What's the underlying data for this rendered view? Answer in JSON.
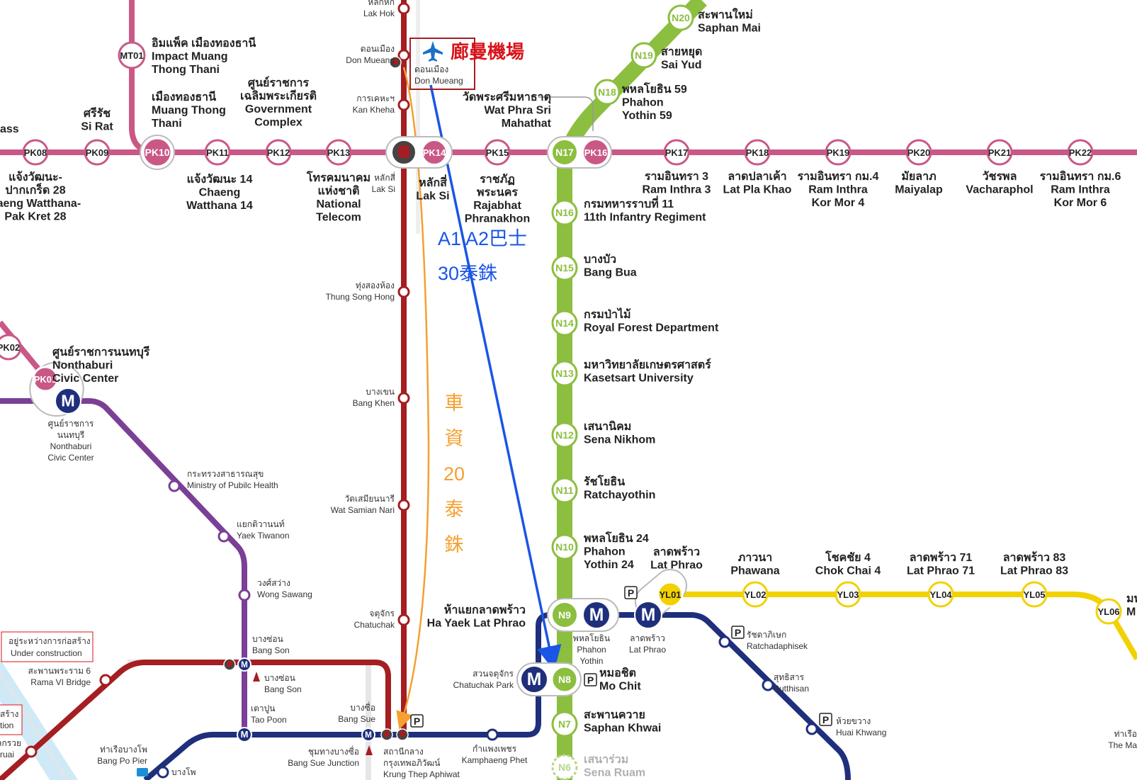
{
  "colors": {
    "pink": "#c95887",
    "green": "#8cbe3f",
    "red": "#a41e22",
    "purple": "#7b3f96",
    "navy": "#1f2f7c",
    "yellow": "#f2d100",
    "orange": "#f5a030",
    "blue_arrow": "#1a55e6",
    "annotation_red": "#d8151b",
    "river": "#cfe9f7"
  },
  "airport": {
    "name_cn": "廊曼機場",
    "name_th": "ดอนเมือง",
    "name_en": "Don Mueang",
    "icon": "airplane-icon"
  },
  "annotations": {
    "bus_line1": "A1 A2巴士",
    "bus_line2": "30泰銖",
    "taxi_chars": [
      "車",
      "資",
      "20",
      "泰",
      "銖"
    ]
  },
  "legend": {
    "under_construction_th": "อยู่ระหว่างการก่อสร้าง",
    "under_construction_en": "Under construction",
    "partial_th": "สร้าง",
    "partial_en": "tion"
  },
  "pink_line": {
    "stations": [
      {
        "code": "PK08",
        "label": [
          "แจ้งวัฒนะ-",
          "ปากเกร็ด 28",
          "haeng Watthana-",
          "Pak Kret 28"
        ]
      },
      {
        "code": "PK09",
        "label": [
          "ศรีรัช",
          "Si Rat"
        ]
      },
      {
        "code": "PK10",
        "label": []
      },
      {
        "code": "PK11",
        "label": [
          "แจ้งวัฒนะ 14",
          "Chaeng",
          "Watthana 14"
        ]
      },
      {
        "code": "PK12",
        "label": [
          "ศูนย์ราชการ",
          "เฉลิมพระเกียรติ",
          "Government",
          "Complex"
        ]
      },
      {
        "code": "PK13",
        "label": [
          "โทรคมนาคม",
          "แห่งชาติ",
          "National",
          "Telecom"
        ]
      },
      {
        "code": "PK14",
        "label": [
          "หลักสี่",
          "Lak Si"
        ]
      },
      {
        "code": "PK15",
        "label": [
          "ราชภัฏ",
          "พระนคร",
          "Rajabhat",
          "Phranakhon"
        ]
      },
      {
        "code": "PK16",
        "label": []
      },
      {
        "code": "PK17",
        "label": [
          "รามอินทรา 3",
          "Ram Inthra 3"
        ]
      },
      {
        "code": "PK18",
        "label": [
          "ลาดปลาเค้า",
          "Lat Pla Khao"
        ]
      },
      {
        "code": "PK19",
        "label": [
          "รามอินทรา กม.4",
          "Ram Inthra",
          "Kor Mor 4"
        ]
      },
      {
        "code": "PK20",
        "label": [
          "มัยลาภ",
          "Maiyalap"
        ]
      },
      {
        "code": "PK21",
        "label": [
          "วัชรพล",
          "Vacharaphol"
        ]
      },
      {
        "code": "PK22",
        "label": [
          "รามอินทรา กม.6",
          "Ram Inthra",
          "Kor Mor 6"
        ]
      }
    ],
    "left_cut_text": "ass",
    "pk10_label": [
      "เมืองทองธานี",
      "Muang Thong",
      "Thani"
    ],
    "mt01": {
      "code": "MT01",
      "label": [
        "อิมแพ็ค เมืองทองธานี",
        "Impact Muang",
        "Thong Thani"
      ]
    },
    "pk02": {
      "code": "PK02"
    },
    "pk01": {
      "code": "PK01",
      "label": [
        "ศูนย์ราชการนนทบุรี",
        "Nonthaburi",
        "Civic Center"
      ]
    },
    "pk01_sub": [
      "ศูนย์ราชการ",
      "นนทบุรี",
      "Nonthaburi",
      "Civic Center"
    ],
    "wat_phra_sri": [
      "วัดพระศรีมหาธาตุ",
      "Wat Phra Sri",
      "Mahathat"
    ]
  },
  "green_line": {
    "upper": [
      {
        "code": "N20",
        "label": [
          "สะพานใหม่",
          "Saphan Mai"
        ]
      },
      {
        "code": "N19",
        "label": [
          "สายหยุด",
          "Sai Yud"
        ]
      },
      {
        "code": "N18",
        "label": [
          "พหลโยธิน 59",
          "Phahon",
          "Yothin 59"
        ]
      },
      {
        "code": "N17",
        "label": []
      }
    ],
    "lower": [
      {
        "code": "N16",
        "label": [
          "กรมทหารราบที่ 11",
          "11th Infantry Regiment"
        ]
      },
      {
        "code": "N15",
        "label": [
          "บางบัว",
          "Bang Bua"
        ]
      },
      {
        "code": "N14",
        "label": [
          "กรมป่าไม้",
          "Royal Forest Department"
        ]
      },
      {
        "code": "N13",
        "label": [
          "มหาวิทยาลัยเกษตรศาสตร์",
          "Kasetsart University"
        ]
      },
      {
        "code": "N12",
        "label": [
          "เสนานิคม",
          "Sena Nikhom"
        ]
      },
      {
        "code": "N11",
        "label": [
          "รัชโยธิน",
          "Ratchayothin"
        ]
      },
      {
        "code": "N10",
        "label": [
          "พหลโยธิน 24",
          "Phahon",
          "Yothin 24"
        ]
      }
    ],
    "n9": {
      "code": "N9"
    },
    "n9_label": [
      "ห้าแยกลาดพร้าว",
      "Ha Yaek Lat Phrao"
    ],
    "n9_sub": [
      "พหลโยธิน",
      "Phahon",
      "Yothin"
    ],
    "n8": {
      "code": "N8",
      "label": [
        "หมอชิต",
        "Mo Chit"
      ]
    },
    "n8_sub": [
      "สวนจตุจักร",
      "Chatuchak Park"
    ],
    "n7": {
      "code": "N7",
      "label": [
        "สะพานควาย",
        "Saphan Khwai"
      ]
    },
    "n6": {
      "code": "N6",
      "label": [
        "เสนาร่วม",
        "Sena Ruam"
      ]
    }
  },
  "red_line": {
    "stations": [
      {
        "label": [
          "หลักหก",
          "Lak Hok"
        ]
      },
      {
        "label": [
          "ดอนเมือง",
          "Don Mueang"
        ]
      },
      {
        "label": [
          "การเคหะฯ",
          "Kan Kheha"
        ]
      },
      {
        "label": [
          "หลักสี่",
          "Lak Si"
        ]
      },
      {
        "label": [
          "ทุ่งสองห้อง",
          "Thung Song Hong"
        ]
      },
      {
        "label": [
          "บางเขน",
          "Bang Khen"
        ]
      },
      {
        "label": [
          "วัดเสมียนนารี",
          "Wat Samian Nari"
        ]
      },
      {
        "label": [
          "จตุจักร",
          "Chatuchak"
        ]
      }
    ],
    "krung_thep": [
      "สถานีกลาง",
      "กรุงเทพอภิวัฒน์",
      "Krung Thep Aphiwat"
    ],
    "bang_sue_junction": [
      "ชุมทางบางซื่อ",
      "Bang Sue Junction"
    ],
    "bang_son_red": [
      "บางซ่อน",
      "Bang Son"
    ]
  },
  "purple_line": {
    "stations": [
      {
        "label": [
          "กระทรวงสาธารณสุข",
          "Ministry of Pubilc Health"
        ]
      },
      {
        "label": [
          "แยกติวานนท์",
          "Yaek Tiwanon"
        ]
      },
      {
        "label": [
          "วงศ์สว่าง",
          "Wong Sawang"
        ]
      },
      {
        "label": [
          "บางซ่อน",
          "Bang Son"
        ]
      },
      {
        "label": [
          "เตาปูน",
          "Tao Poon"
        ]
      }
    ]
  },
  "blue_line": {
    "bang_sue": [
      "บางซื่อ",
      "Bang Sue"
    ],
    "kamphaeng_phet": [
      "กำแพงเพชร",
      "Kamphaeng Phet"
    ],
    "lat_phrao_sub": [
      "ลาดพร้าว",
      "Lat Phrao"
    ],
    "ratchadaphisek": [
      "รัชดาภิเษก",
      "Ratchadaphisek"
    ],
    "sutthisan": [
      "สุทธิสาร",
      "Sutthisan"
    ],
    "huai_khwang": [
      "ห้วยขวาง",
      "Huai Khwang"
    ],
    "bang_pho": [
      "บางโพ"
    ],
    "tha_ruea": [
      "ท่าเรือบางโพ",
      "Bang Po Pier"
    ],
    "right_cut": [
      "ท่าเรือ",
      "The Ma"
    ]
  },
  "dark_red_line": {
    "rama6": [
      "สะพานพระราม 6",
      "Rama VI Bridge"
    ],
    "left_cut": [
      "ruai"
    ],
    "left_cut_th": [
      "ลกรวย"
    ]
  },
  "yellow_line": {
    "yl01_label": [
      "ลาดพร้าว",
      "Lat Phrao"
    ],
    "stations": [
      {
        "code": "YL01"
      },
      {
        "code": "YL02",
        "label": [
          "ภาวนา",
          "Phawana"
        ]
      },
      {
        "code": "YL03",
        "label": [
          "โชคชัย 4",
          "Chok Chai 4"
        ]
      },
      {
        "code": "YL04",
        "label": [
          "ลาดพร้าว 71",
          "Lat Phrao 71"
        ]
      },
      {
        "code": "YL05",
        "label": [
          "ลาดพร้าว 83",
          "Lat Phrao 83"
        ]
      },
      {
        "code": "YL06",
        "label": [
          "มห",
          "M"
        ]
      }
    ]
  },
  "icons": {
    "metro": "M",
    "parking": "P"
  }
}
